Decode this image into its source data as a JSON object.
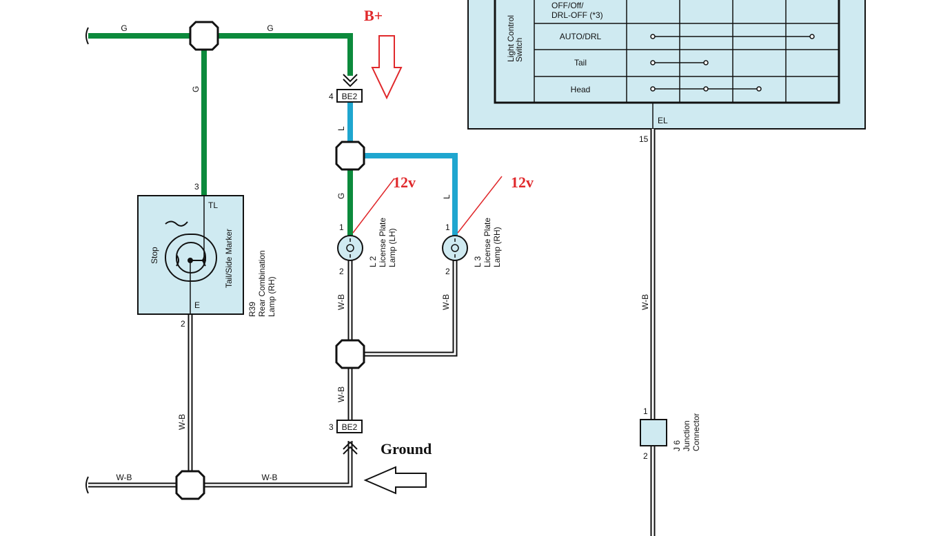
{
  "annotations": {
    "b_plus": "B+",
    "voltage_lh": "12v",
    "voltage_rh": "12v",
    "ground": "Ground"
  },
  "wire_labels": {
    "g_top_left": "G",
    "g_top_right": "G",
    "g_vertical": "G",
    "l_upper": "L",
    "g_lower": "G",
    "l_branch": "L",
    "wb_left": "W-B",
    "wb_lh": "W-B",
    "wb_rh": "W-B",
    "wb_lower": "W-B",
    "wb_bottom_left": "W-B",
    "wb_bottom_mid": "W-B",
    "wb_right": "W-B",
    "el": "EL"
  },
  "connectors": {
    "be2_top": {
      "name": "BE2",
      "pin": "4"
    },
    "be2_bottom": {
      "name": "BE2",
      "pin": "3"
    }
  },
  "pins": {
    "rear_tl": "3",
    "rear_e": "2",
    "lh_top": "1",
    "lh_bottom": "2",
    "rh_top": "1",
    "rh_bottom": "2",
    "switch_el": "15",
    "j6_top": "1",
    "j6_bottom": "2"
  },
  "rear_lamp": {
    "tl": "TL",
    "e": "E",
    "stop": "Stop",
    "tail": "Tail/Side Marker",
    "code": "R39",
    "name_line1": "Rear Combination",
    "name_line2": "Lamp (RH)"
  },
  "license_lh": {
    "code": "L 2",
    "name_line1": "License Plate",
    "name_line2": "Lamp (LH)"
  },
  "license_rh": {
    "code": "L 3",
    "name_line1": "License Plate",
    "name_line2": "Lamp (RH)"
  },
  "junction": {
    "code": "J 6",
    "name_line1": "Junction",
    "name_line2": "Connector"
  },
  "switch_table": {
    "title_line1": "Light Control",
    "title_line2": "Switch",
    "rows": [
      {
        "line1": "OFF/Off/",
        "line2": "DRL-OFF (*3)"
      },
      {
        "line1": "AUTO/DRL"
      },
      {
        "line1": "Tail"
      },
      {
        "line1": "Head"
      }
    ]
  },
  "colors": {
    "green_wire": "#0c8a3c",
    "blue_wire": "#1fa6cf",
    "annotation_red": "#e0282b",
    "component_fill": "#cfeaf1"
  }
}
